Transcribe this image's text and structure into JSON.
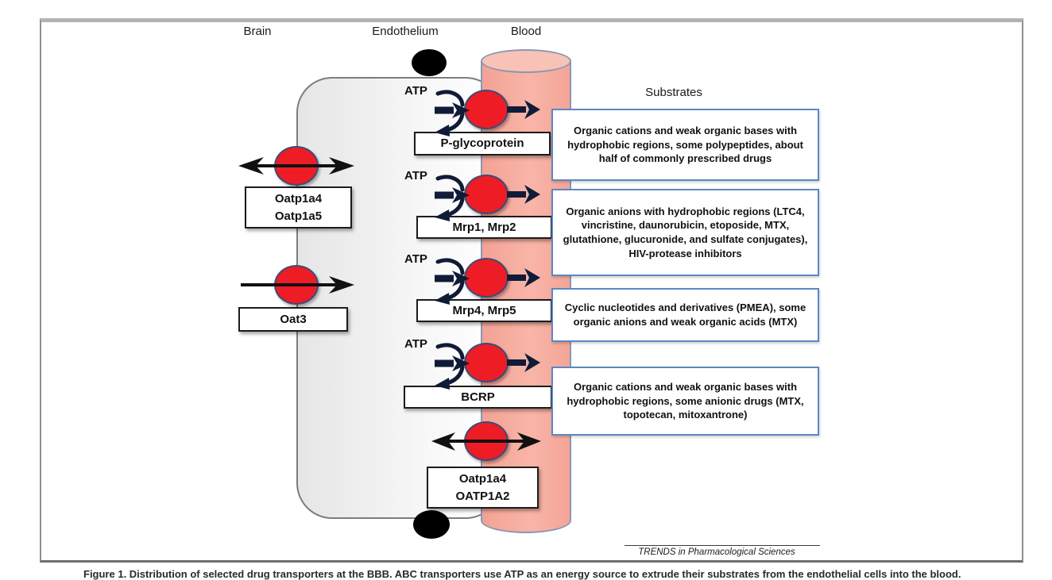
{
  "figure": {
    "region_labels": {
      "brain": "Brain",
      "endothelium": "Endothelium",
      "blood": "Blood"
    },
    "substrates_title": "Substrates",
    "atp_label": "ATP",
    "luminal_transporters": [
      {
        "label": "P-glycoprotein",
        "energy": "ATP",
        "direction": "efflux-to-blood",
        "substrate": "Organic cations and weak organic bases with hydrophobic regions, some polypeptides, about half of commonly prescribed drugs"
      },
      {
        "label": "Mrp1, Mrp2",
        "energy": "ATP",
        "direction": "efflux-to-blood",
        "substrate": "Organic anions with hydrophobic regions (LTC4, vincristine, daunorubicin, etoposide, MTX, glutathione, glucuronide, and sulfate conjugates), HIV-protease inhibitors"
      },
      {
        "label": "Mrp4, Mrp5",
        "energy": "ATP",
        "direction": "efflux-to-blood",
        "substrate": "Cyclic nucleotides and derivatives (PMEA), some organic anions and weak organic acids (MTX)"
      },
      {
        "label": "BCRP",
        "energy": "ATP",
        "direction": "efflux-to-blood",
        "substrate": "Organic cations and weak organic bases with hydrophobic regions, some anionic drugs (MTX, topotecan, mitoxantrone)"
      },
      {
        "line1": "Oatp1a4",
        "line2": "OATP1A2",
        "direction": "bidirectional"
      }
    ],
    "abluminal_transporters": [
      {
        "line1": "Oatp1a4",
        "line2": "Oatp1a5",
        "direction": "bidirectional"
      },
      {
        "label": "Oat3",
        "direction": "into-cell"
      }
    ],
    "journal_credit": "TRENDS in Pharmacological Sciences",
    "caption": "Figure 1. Distribution of selected drug transporters at the BBB. ABC transporters use ATP as an energy source to extrude their substrates from the endothelial cells into the blood."
  },
  "colors": {
    "transporter_red": "#ee1c24",
    "transporter_outline": "#3c4c78",
    "blood_vessel_pink": "#f5ab9d",
    "blood_vessel_top_pink": "#f8c3b6",
    "cell_gray": "#e6e6e6",
    "substrate_box_border": "#5b87c5",
    "tight_junction_black": "#000000",
    "arrow_navy": "#101b38"
  }
}
